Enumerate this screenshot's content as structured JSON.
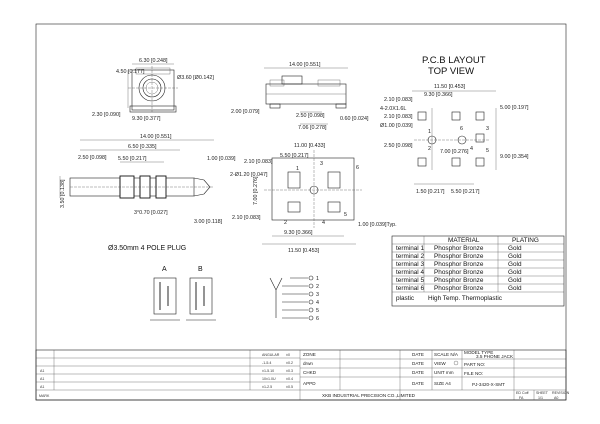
{
  "pcb": {
    "title_line1": "P.C.B LAYOUT",
    "title_line2": "TOP VIEW",
    "dims": [
      "11.50 [0.453]",
      "2.10 [0.083]",
      "9.30 [0.366]",
      "5.00 [0.197]",
      "2.10 [0.083]",
      "4-2.0X1.6L",
      "Ø1.00 [0.039]",
      "2.50 [0.098]",
      "7.00 [0.276]",
      "9.00 [0.354]",
      "1.50 [0.217]",
      "5.50 [0.217]",
      "1",
      "2",
      "3",
      "4",
      "5",
      "6"
    ]
  },
  "front_view": {
    "dims": [
      "4.50 [0.177]",
      "6.30 [0.248]",
      "Ø3.60 [Ø0.142]",
      "2.30 [0.090]",
      "9.30 [0.377]"
    ]
  },
  "side_view": {
    "dims": [
      "14.00 [0.551]",
      "2.00 [0.079]",
      "2.50 [0.098]",
      "0.60 [0.024]",
      "7.06 [0.278]"
    ]
  },
  "plug": {
    "dims": [
      "14.00 [0.551]",
      "6.50 [0.335]",
      "2.50 [0.098]",
      "5.50 [0.217]",
      "1.00 [0.039]",
      "3.50 [0.138]",
      "3°0.70 [0.027]",
      "3.00 [0.118]"
    ],
    "caption": "Ø3.50mm 4 POLE PLUG",
    "label_a": "A",
    "label_b": "B"
  },
  "bottom_view": {
    "dims": [
      "11.00 [0.433]",
      "2.10 [0.083]",
      "5.50 [0.217]",
      "2-Ø1.20 [0.047]",
      "7.00 [0.276]",
      "2.10 [0.083]",
      "9.30 [0.366]",
      "11.50 [0.453]",
      "1.00 [0.039]Typ.",
      "1",
      "2",
      "3",
      "4",
      "5",
      "6"
    ]
  },
  "schematic": {
    "pins": [
      "1",
      "2",
      "3",
      "4",
      "5",
      "6"
    ]
  },
  "materials": {
    "headers": [
      "MATERIAL",
      "PLATING"
    ],
    "rows": [
      [
        "terminal 1",
        "Phosphor Bronze",
        "Gold"
      ],
      [
        "terminal 2",
        "Phosphor Bronze",
        "Gold"
      ],
      [
        "terminal 3",
        "Phosphor Bronze",
        "Gold"
      ],
      [
        "terminal 4",
        "Phosphor Bronze",
        "Gold"
      ],
      [
        "terminal 5",
        "Phosphor Bronze",
        "Gold"
      ],
      [
        "terminal 6",
        "Phosphor Bronze",
        "Gold"
      ]
    ],
    "plastic_label": "plastic",
    "plastic_material": "High Temp. Thermoplastic"
  },
  "title_block": {
    "rev_rows": [
      "A1",
      "A1",
      "A1"
    ],
    "rev_header": "MARK",
    "tol_header": [
      "ANGULAR",
      "±0"
    ],
    "tol_rows": [
      [
        "-1-5.4",
        "±0.2"
      ],
      [
        "±1-5.10",
        "±0.3"
      ],
      [
        "10±1.0U",
        "±0.4"
      ],
      [
        "±1-2.5",
        "±0.5"
      ]
    ],
    "fields": {
      "zone": "ZONE",
      "date1": "DATE",
      "scale": "SCALE N/A",
      "model": "MODEL TYPE",
      "model_value": "3.5 PHONE JACK",
      "drwn": "drwn",
      "date2": "DATE",
      "view": "VIEW",
      "part_no": "PART NO:",
      "chkd": "CHKD",
      "date3": "DATE",
      "unit": "UNIT mm",
      "file_no": "FILE NO:",
      "appd": "APPD",
      "date4": "DATE",
      "drawing_no": "PJ-3420-X-SMT",
      "size": "SIZE A4",
      "company": "XKB INDUSTRIAL PRECISION CO.,LIMITED",
      "ed_code": "ED Coff",
      "sheet": "SHEET",
      "revision": "REVISION",
      "ed_val": "FA",
      "sheet_val": "1/1",
      "rev_val": "A0"
    }
  }
}
